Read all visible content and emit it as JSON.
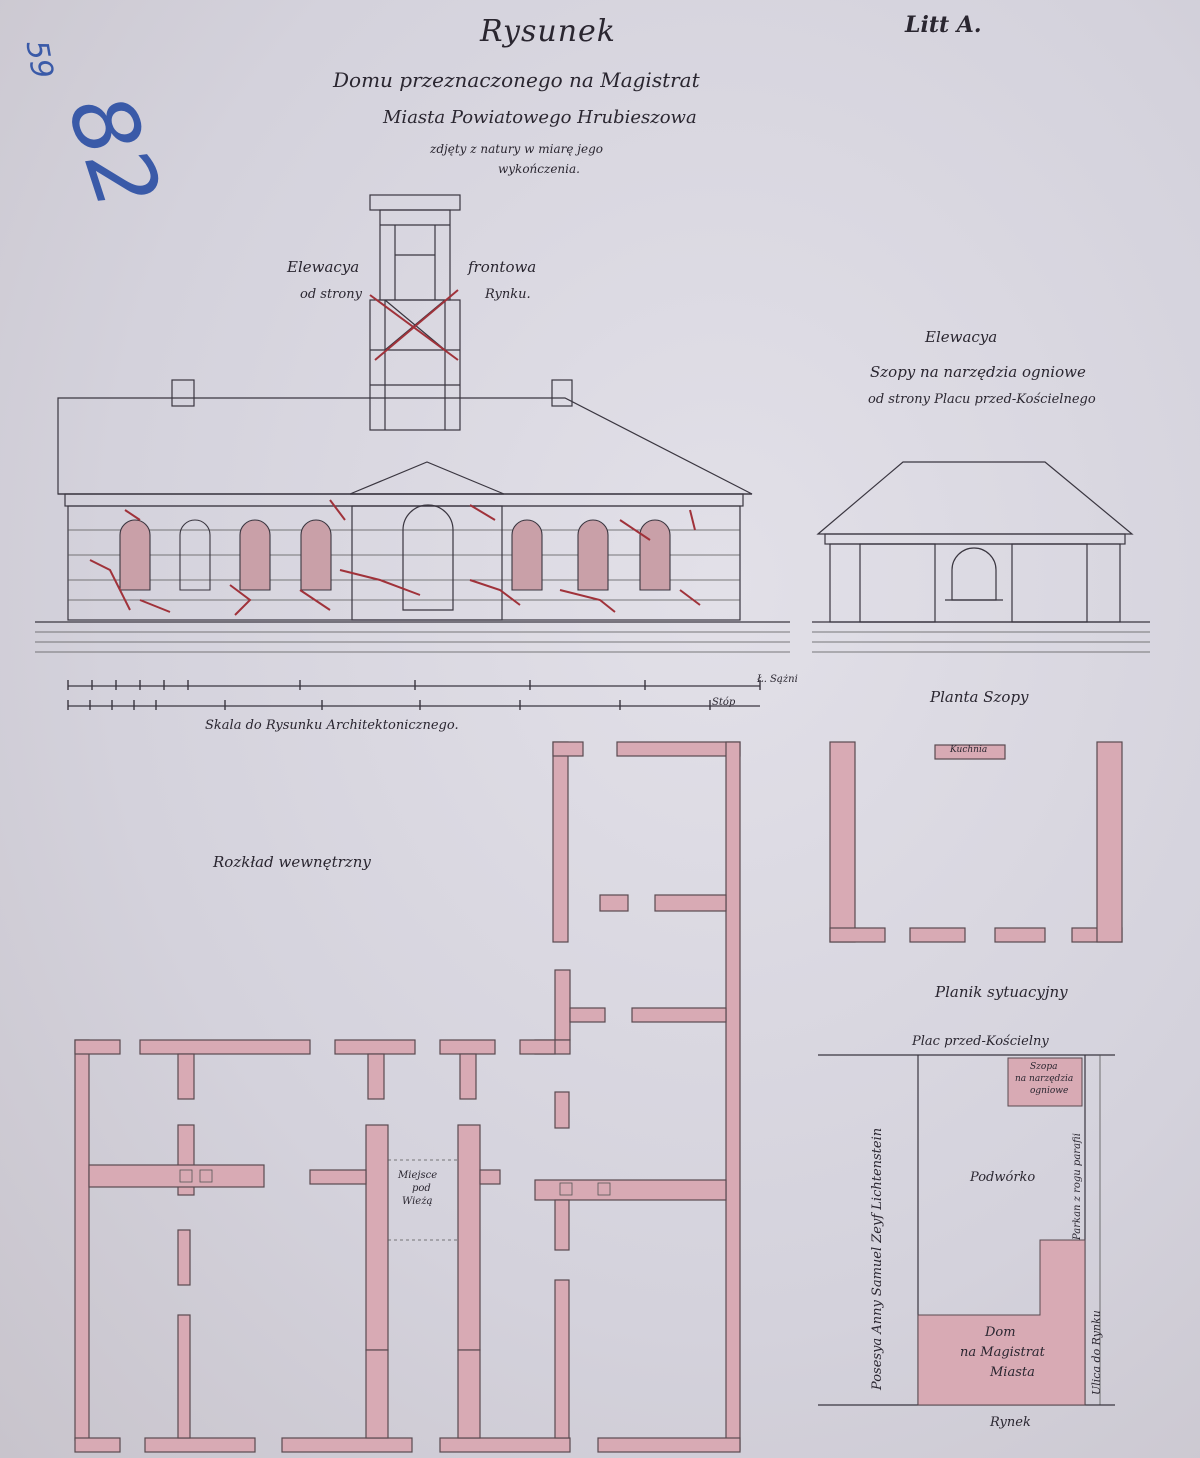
{
  "header": {
    "title": "Rysunek",
    "sheet_id": "Litt A.",
    "subtitle_line1": "Domu przeznaczonego na Magistrat",
    "subtitle_line2": "Miasta Powiatowego Hrubieszowa",
    "subtitle_line3": "zdjęty z natury w miarę jego",
    "subtitle_line4": "wykończenia."
  },
  "archive_marks": {
    "small_number": "59",
    "large_number": "82"
  },
  "front_elevation": {
    "label_a1": "Elewacya",
    "label_a2": "od strony",
    "label_b1": "frontowa",
    "label_b2": "Rynku."
  },
  "shed_elevation": {
    "line1": "Elewacya",
    "line2": "Szopy na narzędzia ogniowe",
    "line3": "od strony Placu przed-Kościelnego"
  },
  "scale": {
    "caption": "Skala do Rysunku Architektonicznego.",
    "unit_top": "Ł. Sążni",
    "unit_bottom": "Stóp"
  },
  "plans": {
    "interior_title": "Rozkład wewnętrzny",
    "shed_plan_title": "Planta Szopy",
    "situation_title": "Planik sytuacyjny",
    "kitchen_label": "Kuchnia",
    "tower_place_1": "Miejsce",
    "tower_place_2": "pod",
    "tower_place_3": "Wieżą"
  },
  "situation": {
    "top": "Plac przed-Kościelny",
    "shed_1": "Szopa",
    "shed_2": "na narzędzia",
    "shed_3": "ogniowe",
    "yard": "Podwórko",
    "house_1": "Dom",
    "house_2": "na Magistrat",
    "house_3": "Miasta",
    "left_vertical": "Posesya Anny Samuel Zeyf Lichtenstein",
    "right_vertical1": "Parkan z rogu parafii",
    "right_vertical2": "Ulica do Rynku",
    "bottom": "Rynek"
  }
}
